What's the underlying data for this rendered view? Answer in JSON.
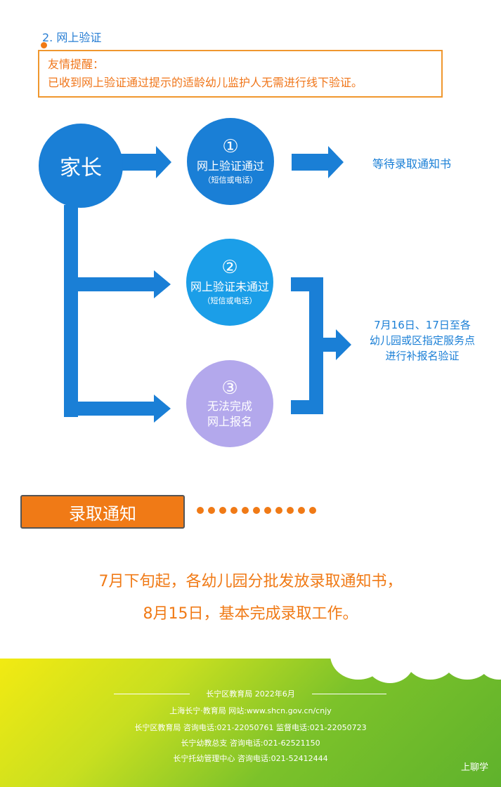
{
  "section": {
    "title": "2. 网上验证"
  },
  "reminder": {
    "heading": "友情提醒：",
    "text": "已收到网上验证通过提示的适龄幼儿监护人无需进行线下验证。"
  },
  "flow": {
    "parent": "家长",
    "step1": {
      "num": "①",
      "title": "网上验证通过",
      "sub": "（短信或电话）"
    },
    "step2": {
      "num": "②",
      "title": "网上验证未通过",
      "sub": "（短信或电话）"
    },
    "step3": {
      "num": "③",
      "title_line1": "无法完成",
      "title_line2": "网上报名"
    },
    "result1": "等待录取通知书",
    "result2_lines": [
      "7月16日、17日至各",
      "幼儿园或区指定服务点",
      "进行补报名验证"
    ]
  },
  "notice": {
    "label": "录取通知",
    "line1": "7月下旬起，各幼儿园分批发放录取通知书，",
    "line2": "8月15日，基本完成录取工作。"
  },
  "footer": {
    "line1": "长宁区教育局  2022年6月",
    "line2": "上海长宁·教育局  网站:www.shcn.gov.cn/cnjy",
    "line3": "长宁区教育局  咨询电话:021-22050761  监督电话:021-22050723",
    "line4": "长宁幼教总支  咨询电话:021-62521150",
    "line5": "长宁托幼管理中心  咨询电话:021-52412444",
    "watermark": "上聊学"
  },
  "colors": {
    "blue": "#1a7fd6",
    "light_blue": "#1b9ee8",
    "lavender": "#b3a8ec",
    "orange": "#f07a16"
  }
}
